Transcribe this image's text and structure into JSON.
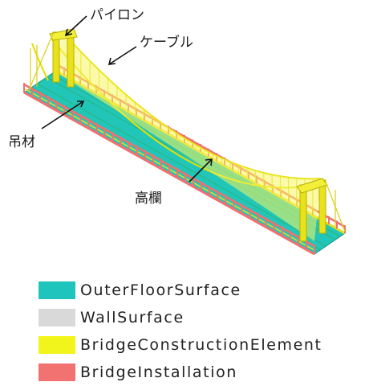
{
  "labels": {
    "pylon": "パイロン",
    "cable": "ケーブル",
    "hanger": "吊材",
    "railing": "高欄"
  },
  "legend": [
    {
      "label": "OuterFloorSurface",
      "color": "#1fc4bc"
    },
    {
      "label": "WallSurface",
      "color": "#d9d9d9"
    },
    {
      "label": "BridgeConstructionElement",
      "color": "#f2f51c"
    },
    {
      "label": "BridgeInstallation",
      "color": "#f27272"
    }
  ]
}
